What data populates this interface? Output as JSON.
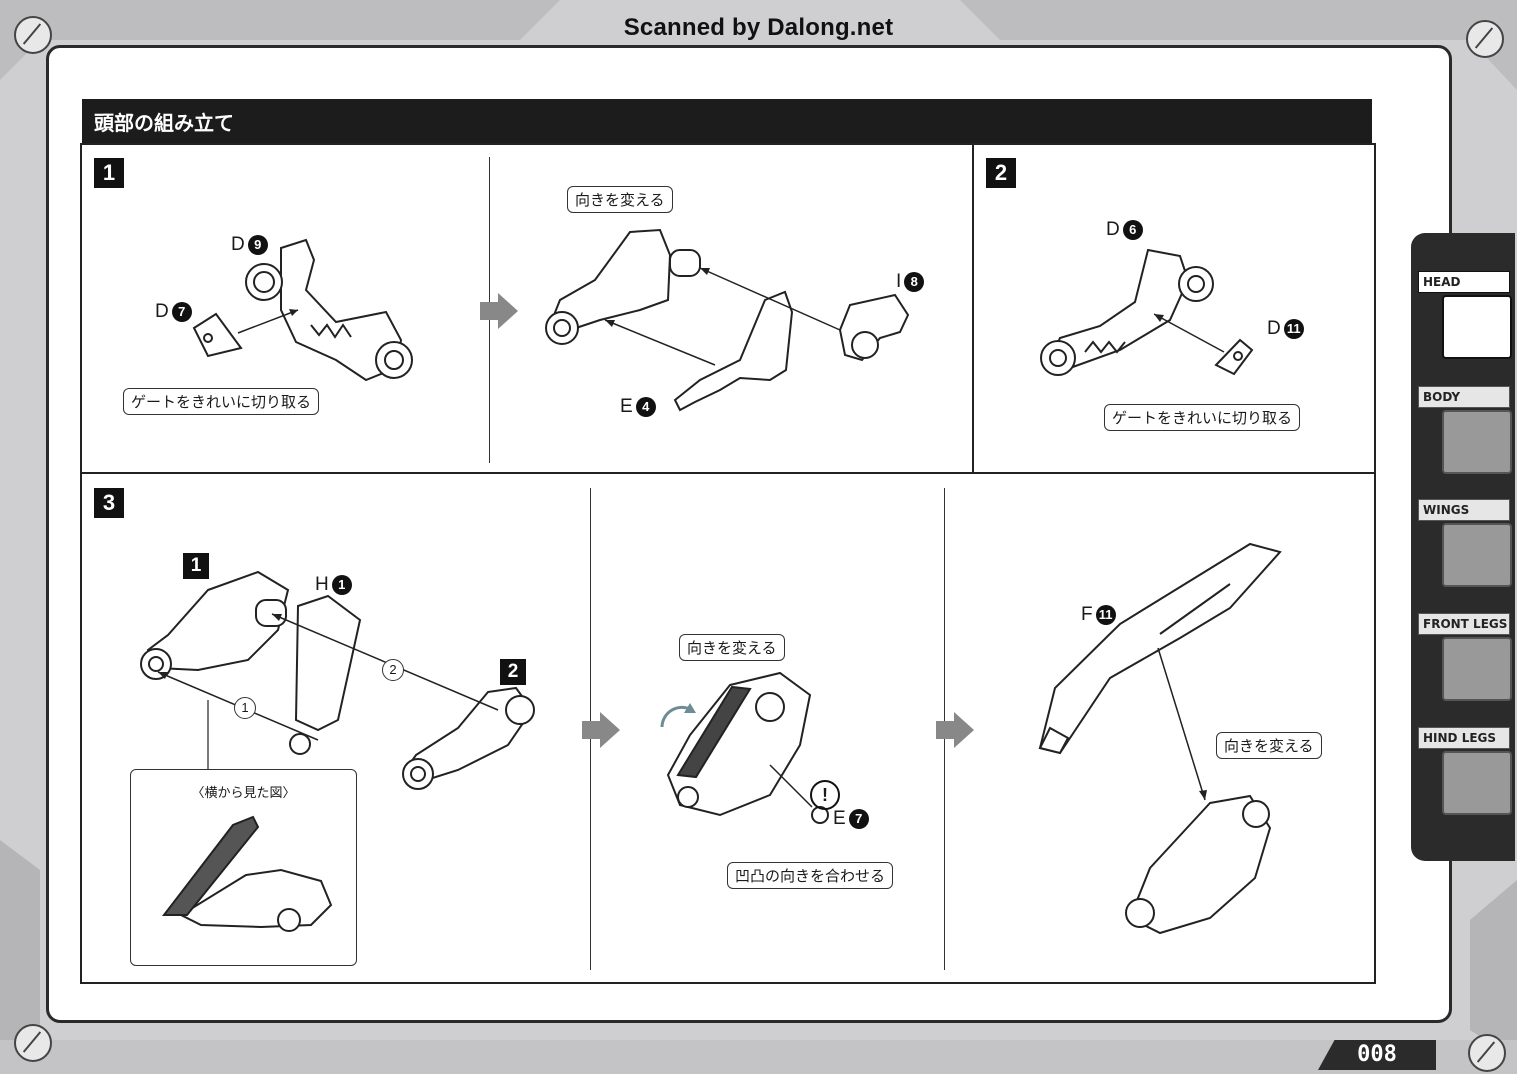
{
  "watermark": "Scanned by Dalong.net",
  "section": {
    "title": "頭部の組み立て"
  },
  "steps": [
    {
      "num": "1"
    },
    {
      "num": "2"
    },
    {
      "num": "3"
    }
  ],
  "step1": {
    "parts": [
      {
        "letter": "D",
        "num": "9"
      },
      {
        "letter": "D",
        "num": "7"
      },
      {
        "letter": "I",
        "num": "8"
      },
      {
        "letter": "E",
        "num": "4"
      }
    ],
    "callouts": {
      "gate": "ゲートをきれいに切り取る",
      "turn": "向きを変える"
    }
  },
  "step2": {
    "parts": [
      {
        "letter": "D",
        "num": "6"
      },
      {
        "letter": "D",
        "num": "11"
      }
    ],
    "callouts": {
      "gate": "ゲートをきれいに切り取る"
    }
  },
  "step3": {
    "sub_a": "1",
    "sub_b": "2",
    "parts": [
      {
        "letter": "H",
        "num": "1"
      },
      {
        "letter": "E",
        "num": "7"
      },
      {
        "letter": "F",
        "num": "11"
      }
    ],
    "order_marks": [
      "2",
      "1"
    ],
    "inset_title": "〈横から見た図〉",
    "callouts": {
      "turn1": "向きを変える",
      "align": "凹凸の向きを合わせる",
      "turn2": "向きを変える"
    },
    "warning_mark": "!"
  },
  "tabs": [
    {
      "label": "HEAD",
      "active": true
    },
    {
      "label": "BODY",
      "active": false
    },
    {
      "label": "WINGS",
      "active": false
    },
    {
      "label": "FRONT LEGS",
      "active": false
    },
    {
      "label": "HIND LEGS",
      "active": false
    }
  ],
  "page_number": "008"
}
